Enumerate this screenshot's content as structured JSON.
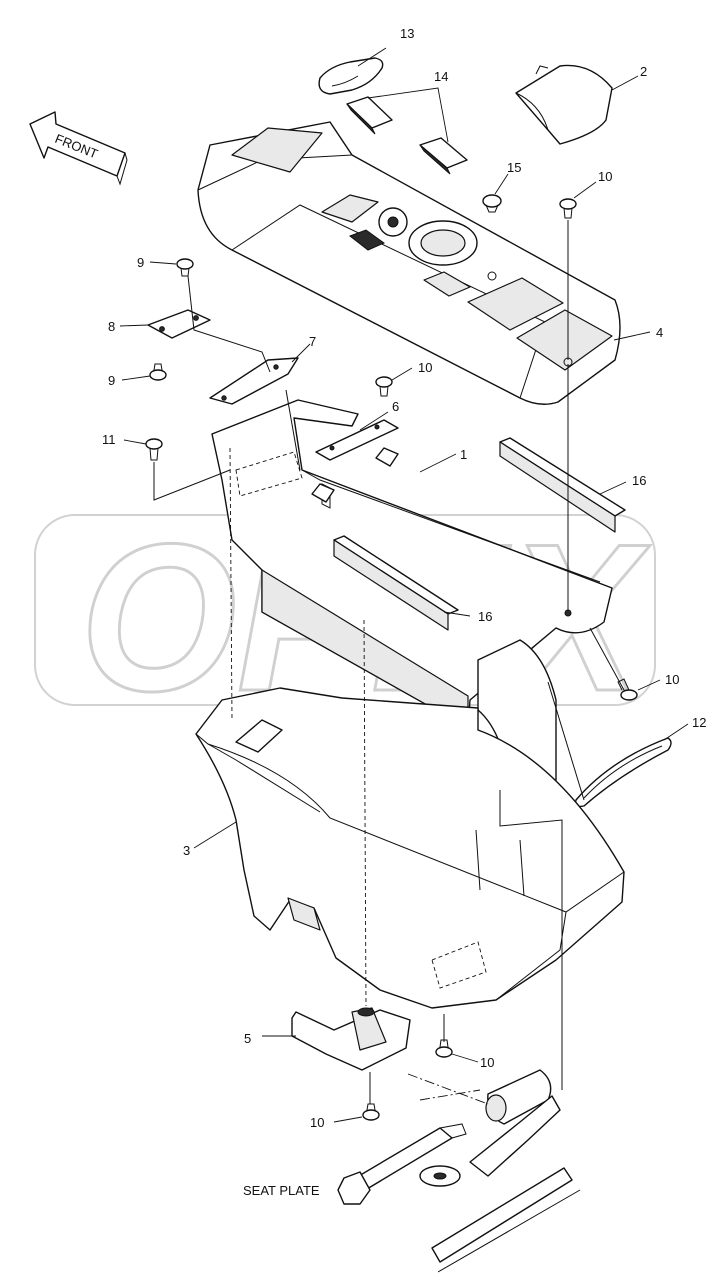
{
  "diagram": {
    "direction_label": "FRONT",
    "watermark": "OPEX",
    "seat_plate_label": "SEAT PLATE",
    "callouts": {
      "n1": "1",
      "n2": "2",
      "n3": "3",
      "n4": "4",
      "n5": "5",
      "n6": "6",
      "n7": "7",
      "n8": "8",
      "n9a": "9",
      "n9b": "9",
      "n10a": "10",
      "n10b": "10",
      "n10c": "10",
      "n10d": "10",
      "n10e": "10",
      "n11": "11",
      "n12": "12",
      "n13": "13",
      "n14": "14",
      "n15": "15",
      "n16a": "16",
      "n16b": "16"
    }
  }
}
